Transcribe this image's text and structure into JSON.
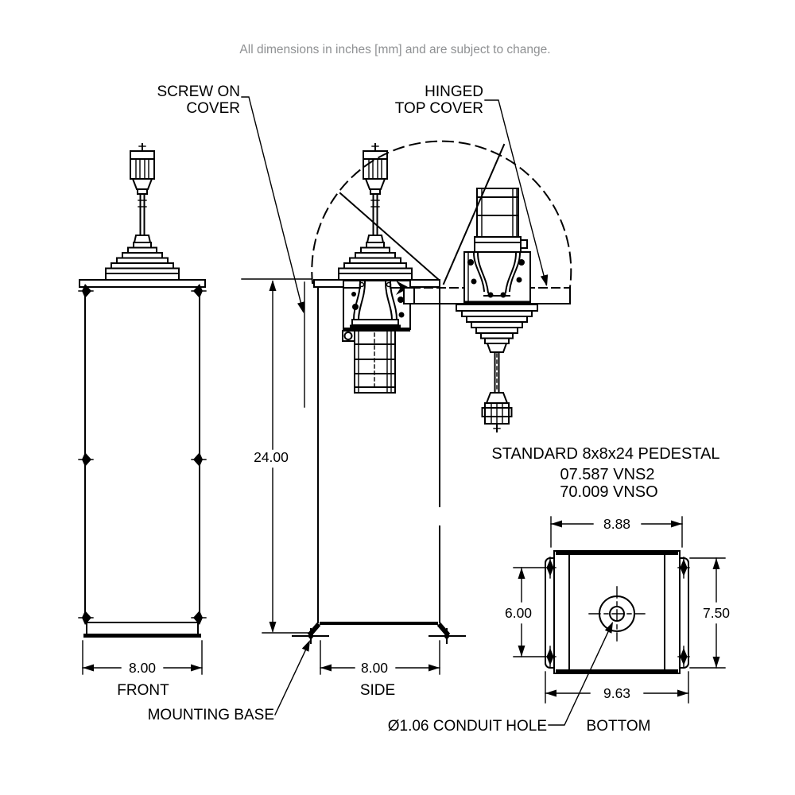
{
  "note": "All dimensions in inches [mm] and are subject to change.",
  "colors": {
    "background": "#ffffff",
    "line": "#000000",
    "note_text": "#8f9193"
  },
  "callouts": {
    "screw_on_cover": {
      "line1": "SCREW ON",
      "line2": "COVER"
    },
    "hinged_top_cover": {
      "line1": "HINGED",
      "line2": "TOP COVER"
    },
    "mounting_base": "MOUNTING BASE",
    "conduit_hole": "Ø1.06 CONDUIT HOLE"
  },
  "views": {
    "front": "FRONT",
    "side": "SIDE",
    "bottom": "BOTTOM"
  },
  "title_block": {
    "line1": "STANDARD 8x8x24 PEDESTAL",
    "line2": "07.587 VNS2",
    "line3": "70.009 VNSO"
  },
  "dimensions": {
    "front_width": "8.00",
    "side_width": "8.00",
    "pedestal_height": "24.00",
    "bolt_pattern_width": "8.88",
    "bolt_pattern_height": "6.00",
    "base_plate_height": "7.50",
    "base_plate_width": "9.63"
  }
}
